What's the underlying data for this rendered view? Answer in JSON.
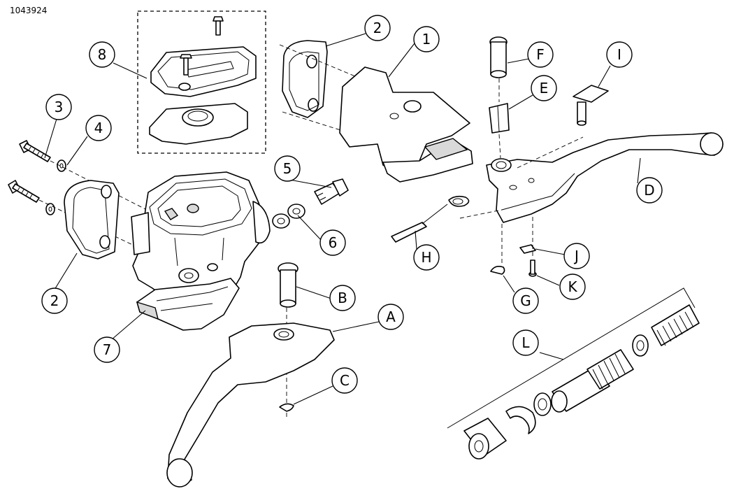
{
  "figure_id": "1043924",
  "callouts": [
    {
      "key": "c1",
      "label": "1"
    },
    {
      "key": "c2a",
      "label": "2"
    },
    {
      "key": "c2b",
      "label": "2"
    },
    {
      "key": "c3",
      "label": "3"
    },
    {
      "key": "c4",
      "label": "4"
    },
    {
      "key": "c5",
      "label": "5"
    },
    {
      "key": "c6",
      "label": "6"
    },
    {
      "key": "c7",
      "label": "7"
    },
    {
      "key": "c8",
      "label": "8"
    },
    {
      "key": "cA",
      "label": "A"
    },
    {
      "key": "cB",
      "label": "B"
    },
    {
      "key": "cC",
      "label": "C"
    },
    {
      "key": "cD",
      "label": "D"
    },
    {
      "key": "cE",
      "label": "E"
    },
    {
      "key": "cF",
      "label": "F"
    },
    {
      "key": "cG",
      "label": "G"
    },
    {
      "key": "cH",
      "label": "H"
    },
    {
      "key": "cI",
      "label": "I"
    },
    {
      "key": "cJ",
      "label": "J"
    },
    {
      "key": "cK",
      "label": "K"
    },
    {
      "key": "cL",
      "label": "L"
    }
  ]
}
